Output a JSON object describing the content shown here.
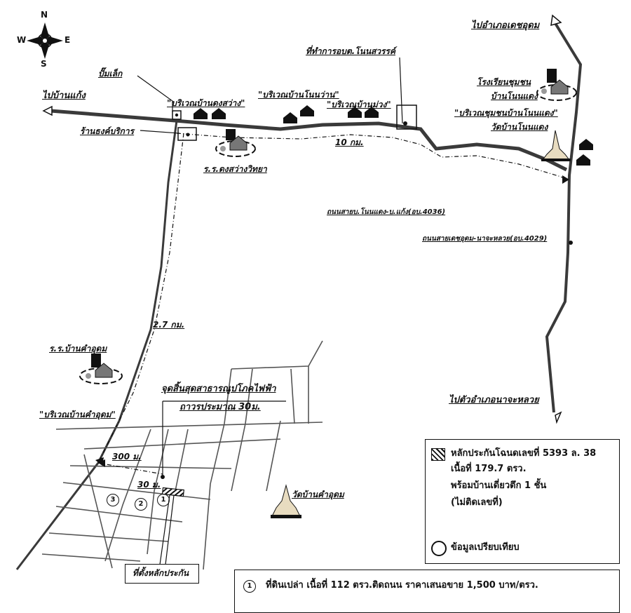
{
  "compass": {
    "north": "N",
    "south": "S",
    "east": "E",
    "west": "W"
  },
  "labels": {
    "to_ban_kaeng": "ไปบ้านแก้ง",
    "to_amphoe_det_udom": "ไปอำเภอเดชอุดม",
    "to_amphoe_na_chaluai": "ไปตัวอำเภอนาจะหลวย",
    "gas_pump": "ปั๊มเล็ก",
    "shop": "ร้านธงค์บริการ",
    "area_dong_sawang": "\"บริเวณบ้านดงสว่าง\"",
    "area_non_wan": "\"บริเวณบ้านโนนว่าน\"",
    "area_ban_muang": "\"บริเวณบ้านม่วง\"",
    "tao_office": "ที่ทำการอบต.โนนสวรรค์",
    "school_community": "โรงเรียนชุมชน",
    "school_community_2": "บ้านโนนแดง",
    "area_community_non_daeng": "\"บริเวณชุมชนบ้านโนนแดง\"",
    "wat_non_daeng": "วัดบ้านโนนแดง",
    "school_dong_sawang": "ร.ร.ดงสว่างวิทยา",
    "dist_10km": "10 กม.",
    "road_4036": "ถนนสายบ.โนนแดง-บ.แก้ง(อบ.4036)",
    "road_4029": "ถนนสายเดชอุดม-นาจะหลวย(อบ.4029)",
    "dist_2_7km": "2.7 กม.",
    "school_kham_udom": "ร.ร.บ้านคำอุดม",
    "area_kham_udom": "\"บริเวณบ้านคำอุดม\"",
    "power_endpoint": "จุดสิ้นสุดสาธารณูปโภคไฟฟ้า",
    "power_endpoint_2": "ถาวรประมาณ 30ม.",
    "dist_300m": "300 ม.",
    "dist_30m": "30 ม.",
    "wat_kham_udom": "วัดบ้านคำอุดม",
    "collateral_location": "ที่ตั้งหลักประกัน"
  },
  "markers": {
    "m1": "1",
    "m2": "2",
    "m3": "3"
  },
  "legend": {
    "line1": "หลักประกันโฉนดเลขที่ 5393 ล. 38",
    "line2": "เนื้อที่ 179.7 ตรว.",
    "line3": "พร้อมบ้านเดี่ยวตึก 1 ชั้น",
    "line4": "(ไม่ติดเลขที่)",
    "comparison": "ข้อมูลเปรียบเทียบ"
  },
  "bottom_note": {
    "marker": "1",
    "text": "ที่ดินเปล่า เนื้อที่ 112 ตรว.ติดถนน ราคาเสนอขาย 1,500 บาท/ตรว."
  },
  "colors": {
    "ink": "#111111",
    "road": "#3a3a3a",
    "temple": "#e8dcc0"
  }
}
